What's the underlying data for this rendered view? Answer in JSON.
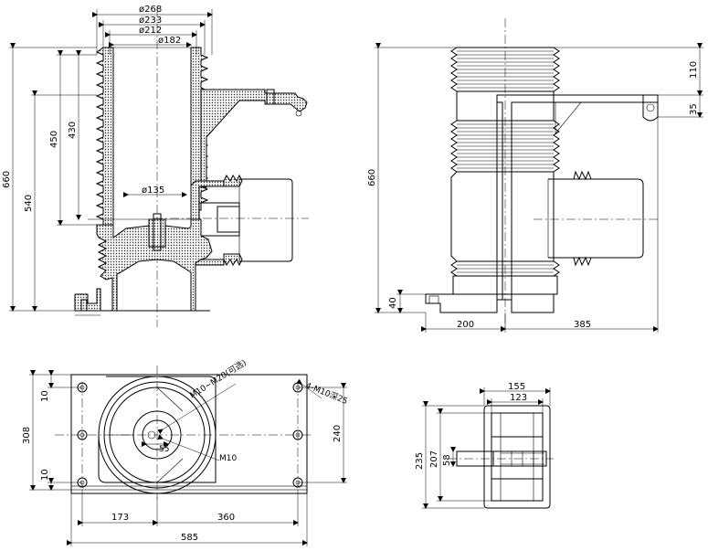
{
  "front_view": {
    "dia_268": "ø268",
    "dia_233": "ø233",
    "dia_212": "ø212",
    "dia_182": "ø182",
    "dia_135": "ø135",
    "height_660": "660",
    "height_540": "540",
    "height_450": "450",
    "height_430": "430"
  },
  "side_view": {
    "height_660": "660",
    "dim_110": "110",
    "dim_35": "35",
    "dim_40": "40",
    "dim_200": "200",
    "dim_385": "385"
  },
  "plan_view": {
    "dim_10_top": "10",
    "dim_10_bottom": "10",
    "dim_308": "308",
    "dim_240": "240",
    "dim_55": "55",
    "dim_173": "173",
    "dim_360": "360",
    "dim_585": "585",
    "label_m10_m20": "M10~M20(可选)",
    "label_m10_depth": "4-M10深25",
    "label_m10": "M10"
  },
  "detail_view": {
    "dim_155": "155",
    "dim_123": "123",
    "dim_235": "235",
    "dim_207": "207",
    "dim_58": "58"
  }
}
